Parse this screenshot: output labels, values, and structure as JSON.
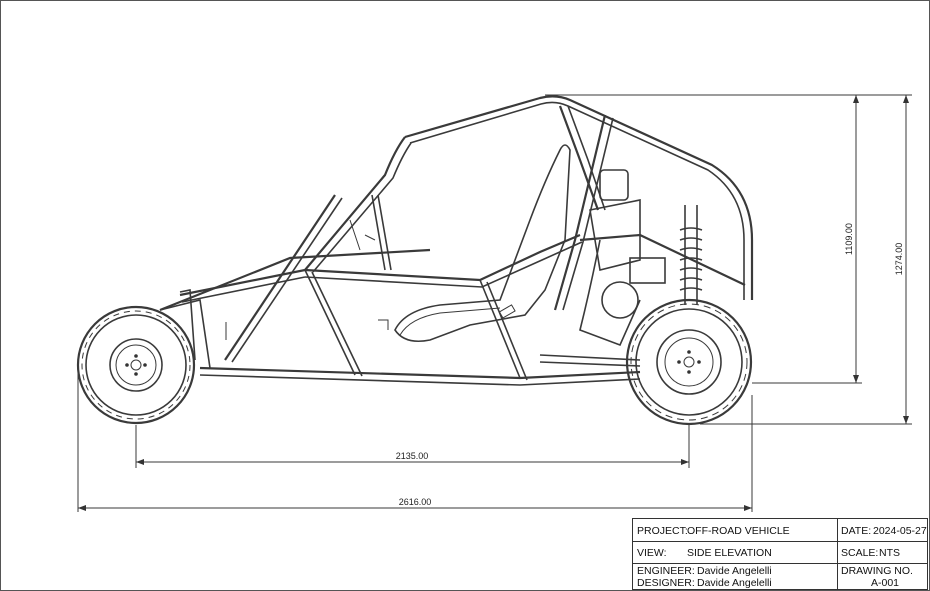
{
  "dimensions": {
    "wheelbase": "2135.00",
    "overall_length": "2616.00",
    "height_to_cage": "1109.00",
    "overall_height": "1274.00"
  },
  "title_block": {
    "project_label": "PROJECT:",
    "project_value": "OFF-ROAD VEHICLE",
    "date_label": "DATE:",
    "date_value": "2024-05-27",
    "view_label": "VIEW:",
    "view_value": "SIDE ELEVATION",
    "scale_label": "SCALE:",
    "scale_value": "NTS",
    "engineer_label": "ENGINEER:",
    "engineer_value": "Davide Angelelli",
    "designer_label": "DESIGNER:",
    "designer_value": "Davide Angelelli",
    "drawing_no_label": "DRAWING NO.",
    "drawing_no_value": "A-001"
  }
}
